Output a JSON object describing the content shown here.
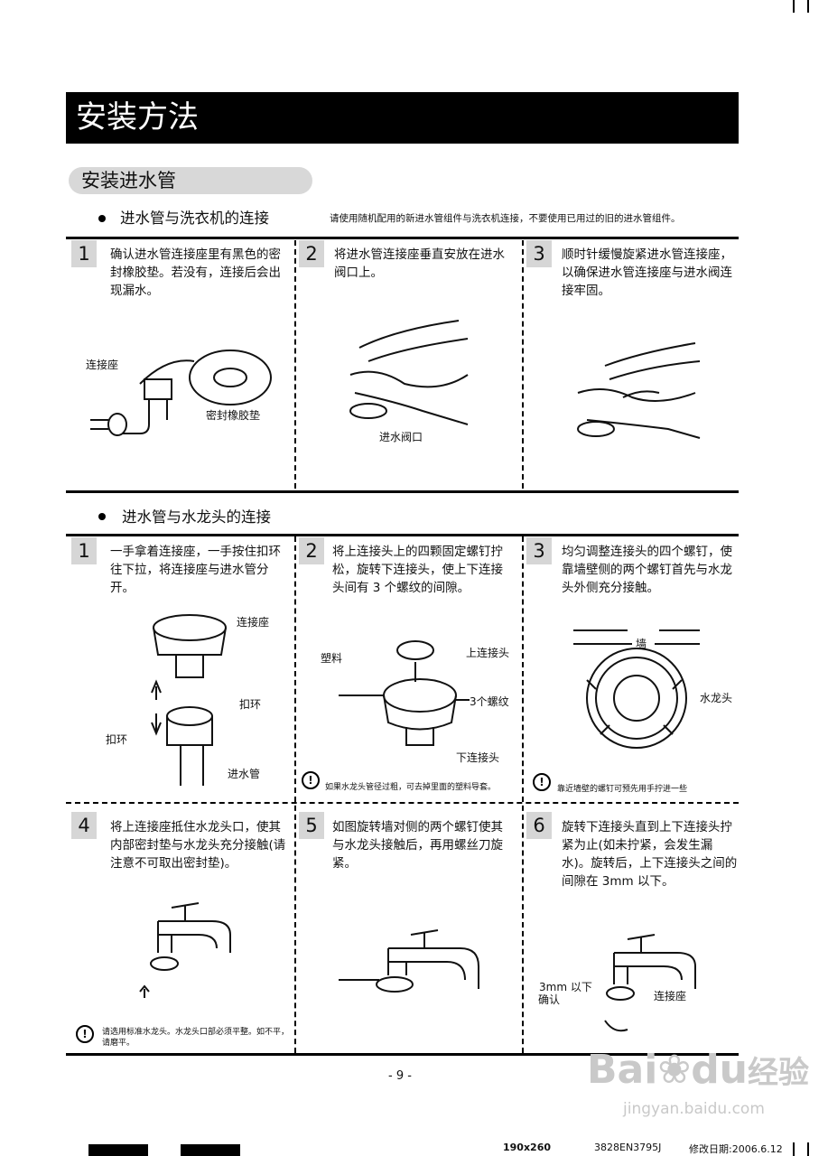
{
  "page": {
    "title": "安装方法",
    "section_title": "安装进水管",
    "page_number": "- 9 -",
    "footer": {
      "size": "190x260",
      "code": "3828EN3795J",
      "revision": "修改日期:2006.6.12"
    },
    "watermark": {
      "brand": "Bai",
      "brand2": "du",
      "product": "经验",
      "url": "jingyan.baidu.com"
    }
  },
  "part1": {
    "heading": "进水管与洗衣机的连接",
    "note": "请使用随机配用的新进水管组件与洗衣机连接，不要使用已用过的旧的进水管组件。",
    "steps": [
      {
        "num": "1",
        "text": "确认进水管连接座里有黑色的密封橡胶垫。若没有，连接后会出现漏水。"
      },
      {
        "num": "2",
        "text": "将进水管连接座垂直安放在进水阀口上。"
      },
      {
        "num": "3",
        "text": "顺时针缓慢旋紧进水管连接座，以确保进水管连接座与进水阀连接牢固。"
      }
    ],
    "labels": {
      "connector": "连接座",
      "gasket": "密封橡胶垫",
      "valve": "进水阀口"
    }
  },
  "part2": {
    "heading": "进水管与水龙头的连接",
    "steps_row1": [
      {
        "num": "1",
        "text": "一手拿着连接座，一手按住扣环往下拉，将连接座与进水管分开。"
      },
      {
        "num": "2",
        "text": "将上连接头上的四颗固定螺钉拧松，旋转下连接头，使上下连接头间有 3 个螺纹的间隙。"
      },
      {
        "num": "3",
        "text": "均匀调整连接头的四个螺钉，使靠墙壁侧的两个螺钉首先与水龙头外侧充分接触。"
      }
    ],
    "labels_row1": {
      "connector": "连接座",
      "ring_right": "扣环",
      "ring_left": "扣环",
      "hose": "进水管",
      "plastic": "塑料",
      "upper": "上连接头",
      "threads": "3个螺纹",
      "lower": "下连接头",
      "wall": "墙",
      "faucet": "水龙头"
    },
    "warnings_row1": [
      "如果水龙头管径过粗，可去掉里面的塑料导套。",
      "靠近墙壁的螺钉可预先用手拧进一些"
    ],
    "steps_row2": [
      {
        "num": "4",
        "text": "将上连接座抵住水龙头口，使其内部密封垫与水龙头充分接触(请注意不可取出密封垫)。"
      },
      {
        "num": "5",
        "text": "如图旋转墙对侧的两个螺钉使其与水龙头接触后，再用螺丝刀旋紧。"
      },
      {
        "num": "6",
        "text": "旋转下连接头直到上下连接头拧紧为止(如未拧紧，会发生漏水)。旋转后，上下连接头之间的间隙在 3mm 以下。"
      }
    ],
    "labels_row2": {
      "gap": "3mm 以下",
      "check": "确认",
      "connector": "连接座"
    },
    "warning_row2": "请选用标准水龙头。水龙头口部必须平整。如不平，请磨平。"
  }
}
